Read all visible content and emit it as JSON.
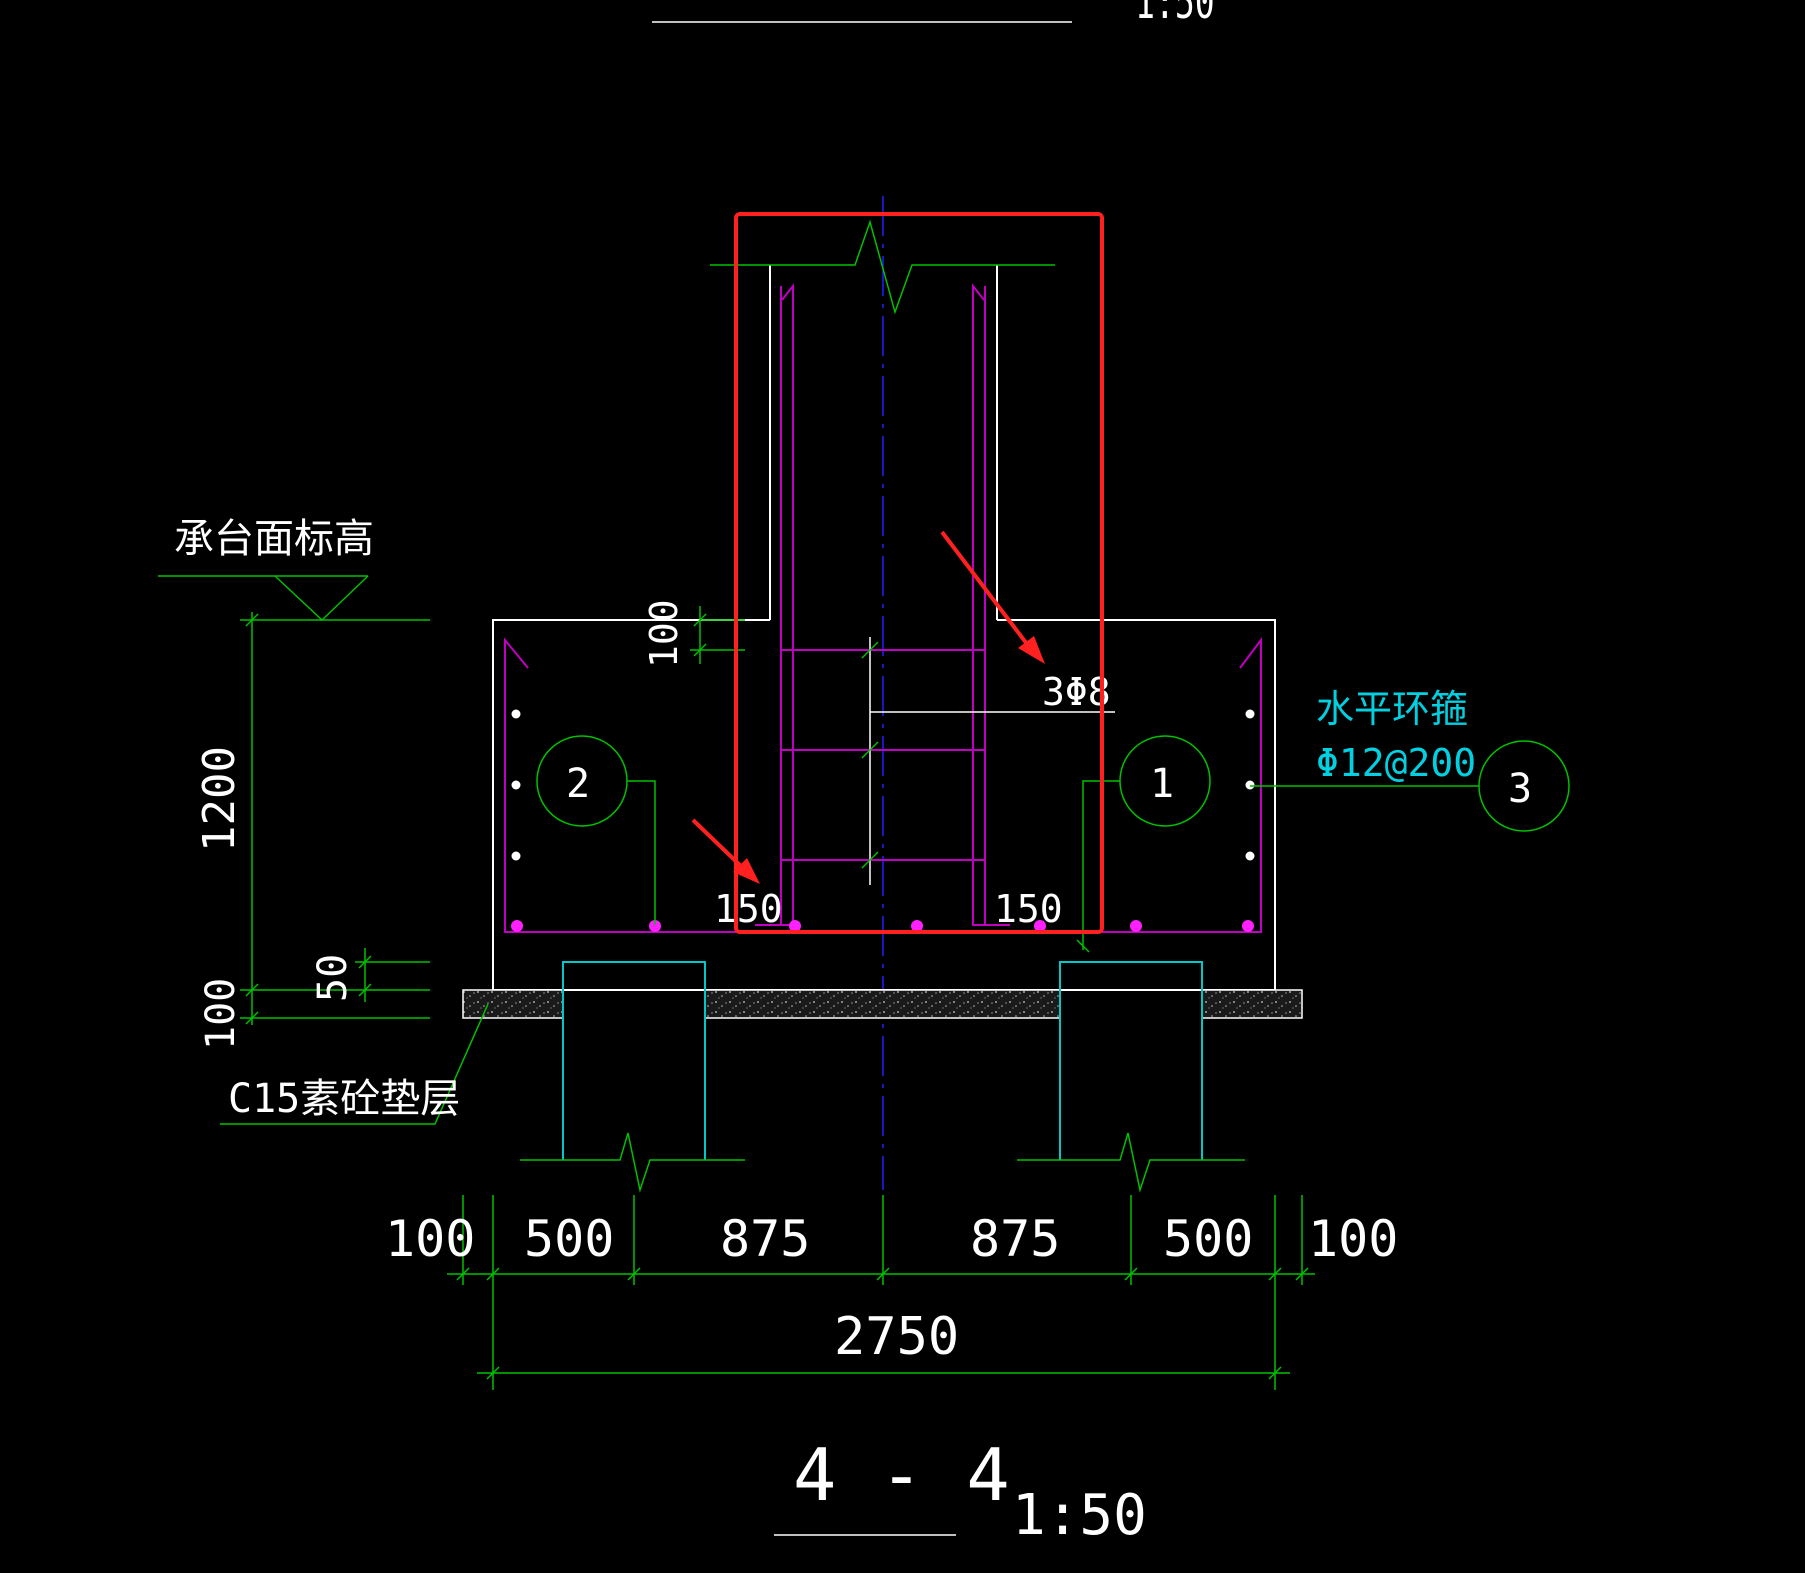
{
  "colors": {
    "background": "#000000",
    "dimension": "#00c000",
    "rebar": "#c000c0",
    "outline": "#ffffff",
    "pile": "#00c8c8",
    "centerline": "#2020ff",
    "highlight": "#ff2020",
    "annotation_cyan": "#00d0e0"
  },
  "top_scale_partial": "1:50",
  "section": {
    "title": "4 - 4",
    "scale": "1:50"
  },
  "labels": {
    "cap_top_elevation": "承台面标高",
    "cushion_layer": "C15素砼垫层",
    "horizontal_hoop": "水平环箍",
    "horizontal_hoop_spec": "Φ12@200",
    "stirrup_spec": "3Φ8",
    "anchorage_left": "150",
    "anchorage_right": "150",
    "column_cover": "100"
  },
  "callouts": {
    "one": "1",
    "two": "2",
    "three": "3"
  },
  "dims_vertical": {
    "cap_height": "1200",
    "pile_embed": "50",
    "cushion": "100"
  },
  "dims_bottom": [
    "100",
    "500",
    "875",
    "875",
    "500",
    "100"
  ],
  "dims_total": "2750"
}
